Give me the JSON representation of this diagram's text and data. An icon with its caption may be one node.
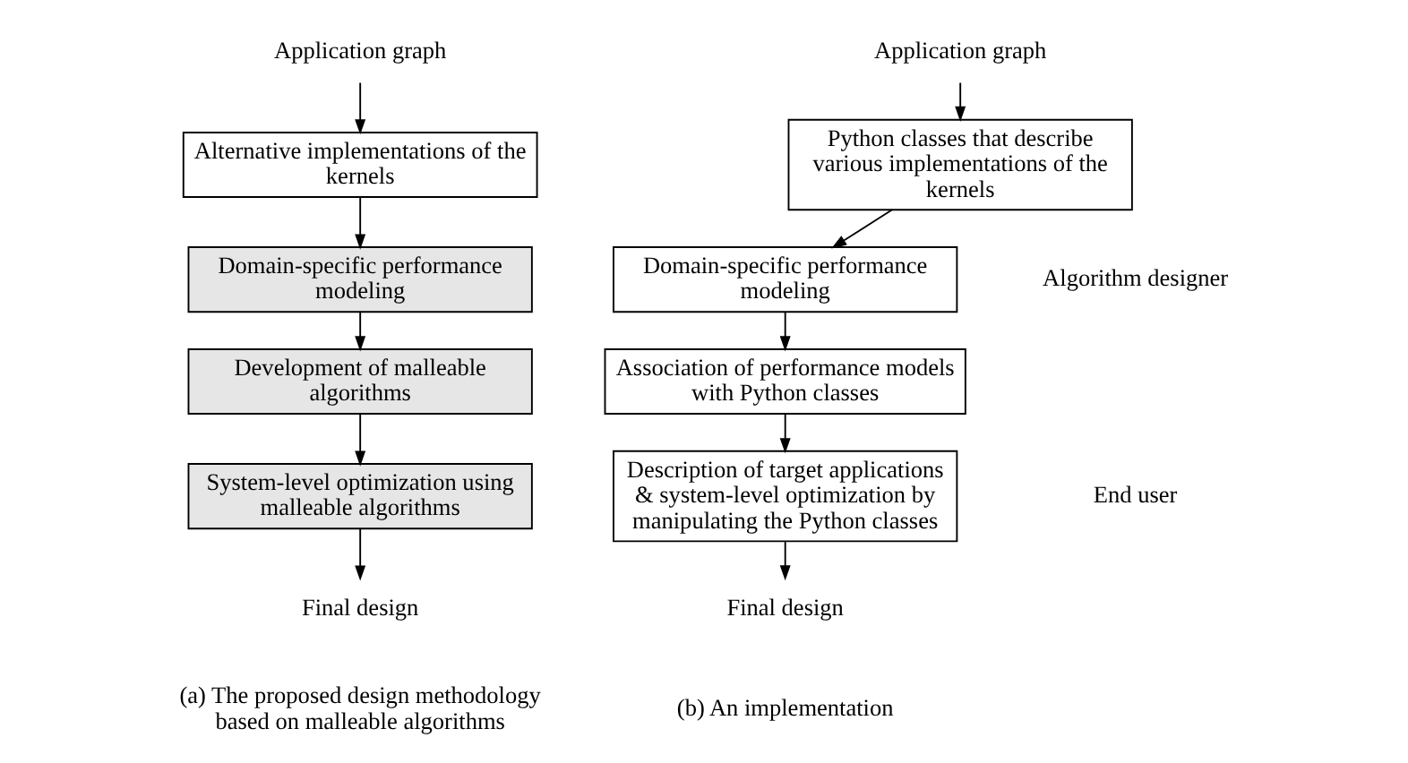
{
  "diagram": {
    "nodes": [
      {
        "text": [
          "Application graph"
        ]
      },
      {
        "text": [
          "Alternative implementations of the kernels"
        ]
      },
      {
        "text": [
          "Domain-specific performance modeling"
        ]
      },
      {
        "text": [
          "Development of malleable algorithms"
        ]
      },
      {
        "text": [
          "System-level optimization using malleable algorithms"
        ]
      },
      {
        "text": [
          "Final design"
        ]
      },
      {
        "text": [
          "Application graph"
        ]
      },
      {
        "text": [
          "Python classes that describe various implementations of the kernels"
        ]
      },
      {
        "text": [
          "Domain-specific performance modeling"
        ]
      },
      {
        "text": [
          "Association of performance models with Python classes"
        ]
      },
      {
        "text": [
          "Description of target applications & system-level optimization by manipulating the Python classes"
        ]
      },
      {
        "text": [
          "Final design"
        ]
      }
    ],
    "edges": [
      {
        "from": 0,
        "to": 1,
        "arrow": "to"
      },
      {
        "from": 1,
        "to": 2,
        "arrow": "to"
      },
      {
        "from": 2,
        "to": 3,
        "arrow": "to"
      },
      {
        "from": 3,
        "to": 4,
        "arrow": "to"
      },
      {
        "from": 4,
        "to": 5,
        "arrow": "to"
      },
      {
        "from": 6,
        "to": 7,
        "arrow": "to"
      },
      {
        "from": 7,
        "to": 8,
        "arrow": "to"
      },
      {
        "from": 8,
        "to": 9,
        "arrow": "to"
      },
      {
        "from": 9,
        "to": 10,
        "arrow": "to"
      },
      {
        "from": 10,
        "to": 11,
        "arrow": "to"
      }
    ],
    "labels": [
      "Algorithm designer",
      "End user",
      "(a) The proposed design methodology based on malleable algorithms",
      "(b) An implementation"
    ]
  }
}
